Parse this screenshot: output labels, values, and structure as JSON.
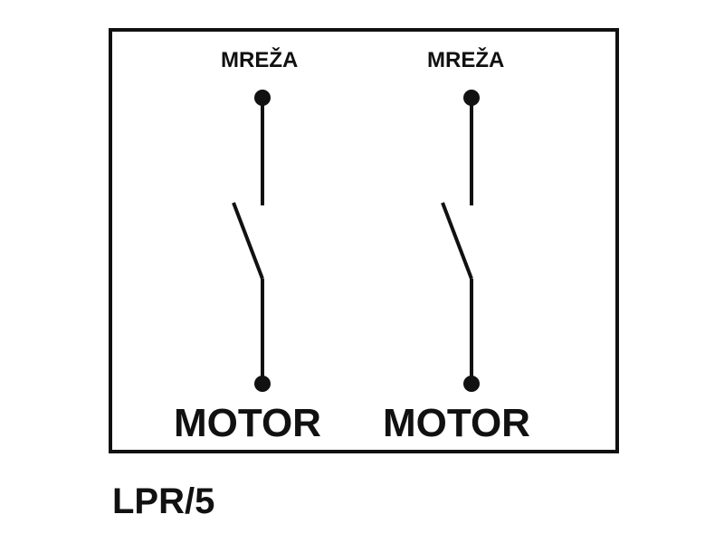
{
  "switches": [
    {
      "top_label": "MREŽA",
      "bottom_label": "MOTOR"
    },
    {
      "top_label": "MREŽA",
      "bottom_label": "MOTOR"
    }
  ],
  "model_code": "LPR/5"
}
